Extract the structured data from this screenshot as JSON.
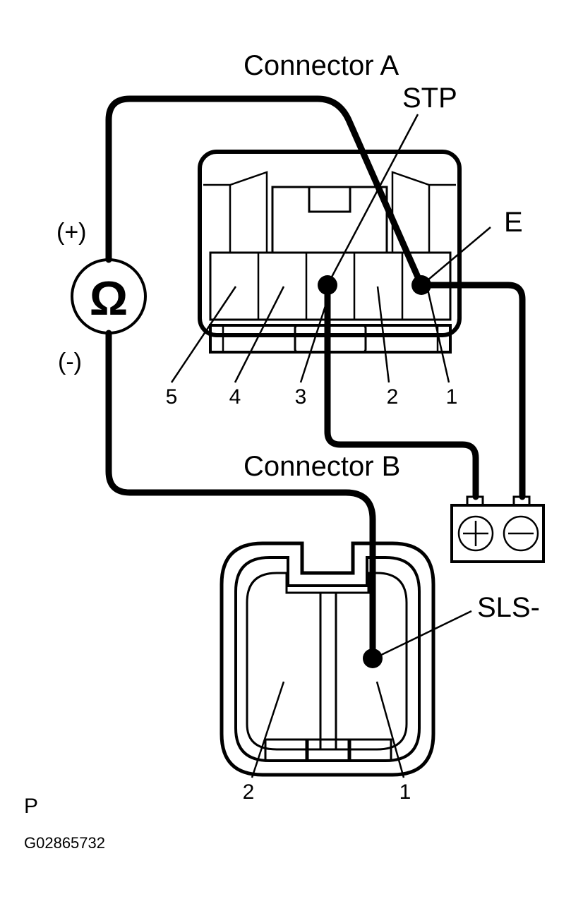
{
  "connector_a": {
    "title": "Connector A",
    "terminal_labels": {
      "stp": "STP",
      "e": "E"
    },
    "pins": [
      "5",
      "4",
      "3",
      "2",
      "1"
    ]
  },
  "connector_b": {
    "title": "Connector B",
    "terminal_label": "SLS-",
    "pins": [
      "2",
      "1"
    ]
  },
  "ohmmeter": {
    "symbol": "Ω",
    "positive": "(+)",
    "negative": "(-)"
  },
  "battery": {
    "positive_icon": "plus-icon",
    "negative_icon": "minus-icon"
  },
  "footer": {
    "code": "P",
    "figure_id": "G02865732"
  }
}
